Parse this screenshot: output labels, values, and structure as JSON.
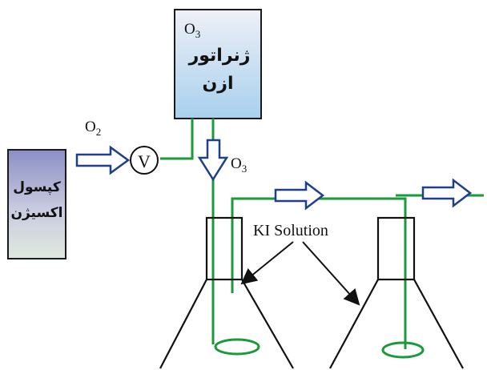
{
  "ozone_generator": {
    "formula_main": "O",
    "formula_sub": "3",
    "label_line1": "ژنراتور",
    "label_line2": "ازن"
  },
  "oxygen_capsule": {
    "label_line1": "کپسول",
    "label_line2": "اکسیژن"
  },
  "o2_label": {
    "main": "O",
    "sub": "2"
  },
  "o3_flow_label": {
    "main": "O",
    "sub": "3"
  },
  "valve_label": "V",
  "ki_label": "KI Solution",
  "colors": {
    "tube": "#1a9a3a",
    "arrow_stroke": "#1f3f8a",
    "box_stroke": "#1a1a1a",
    "generator_gradient_top": "#eef0f6",
    "generator_gradient_bottom": "#a8d0ee",
    "capsule_gradient_top": "#8a8fc4",
    "capsule_gradient_bottom": "#e8ece9"
  }
}
